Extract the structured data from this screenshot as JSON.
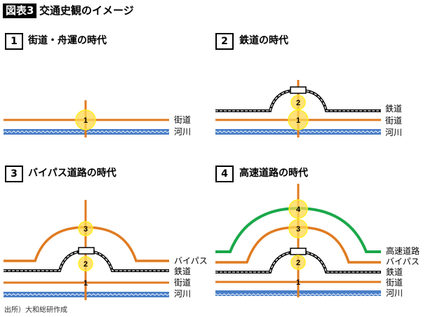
{
  "figure": {
    "badge": "図表3",
    "title": "交通史観のイメージ"
  },
  "panels": [
    {
      "number": "1",
      "title": "街道・舟運の時代",
      "labels": [
        "街道",
        "河川"
      ]
    },
    {
      "number": "2",
      "title": "鉄道の時代",
      "labels": [
        "鉄道",
        "街道",
        "河川"
      ]
    },
    {
      "number": "3",
      "title": "バイパス道路の時代",
      "labels": [
        "バイパス",
        "鉄道",
        "街道",
        "河川"
      ]
    },
    {
      "number": "4",
      "title": "高速道路の時代",
      "labels": [
        "高速道路",
        "バイパス",
        "鉄道",
        "街道",
        "河川"
      ]
    }
  ],
  "markers": [
    "1",
    "2",
    "3",
    "4"
  ],
  "source": "出所）大和総研作成",
  "colors": {
    "road": "#e07b20",
    "river": "#4a7fc8",
    "railway": "#000000",
    "expressway": "#1aa84a",
    "marker": "#ffe14d"
  }
}
